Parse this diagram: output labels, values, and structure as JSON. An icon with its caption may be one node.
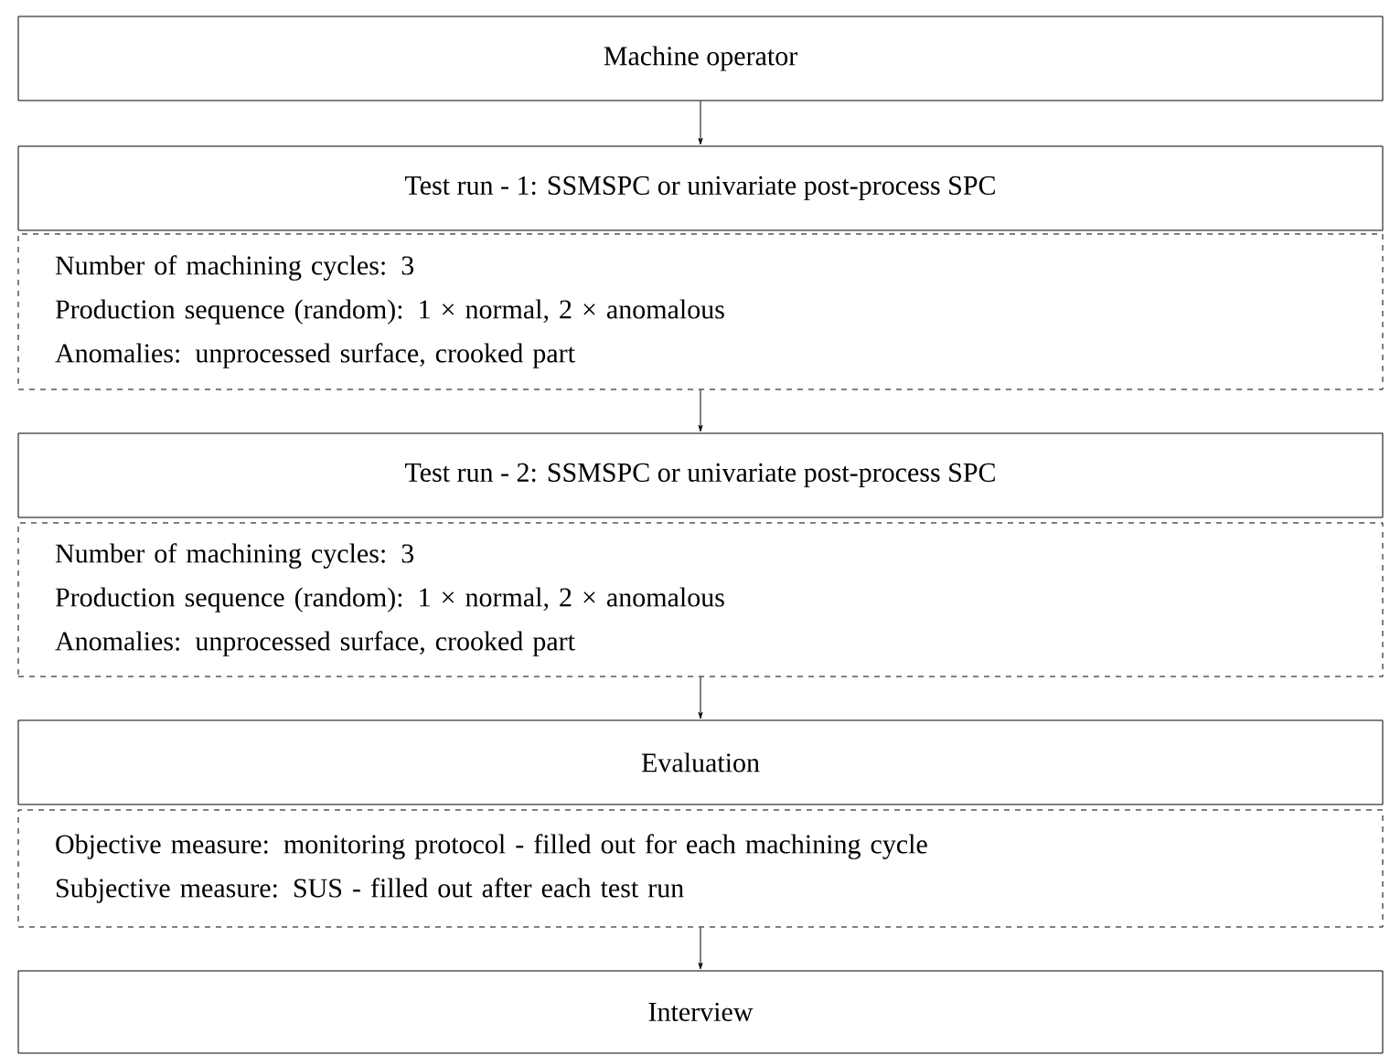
{
  "diagram": {
    "nodes": [
      {
        "text": [
          "Machine operator"
        ]
      },
      {
        "text": [
          "Test run - 1: SSMSPC or univariate post-process SPC"
        ]
      },
      {
        "text": [
          "Number of machining cycles: 3",
          "Production sequence (random): 1 × normal, 2 × anomalous",
          "Anomalies: unprocessed surface, crooked part"
        ]
      },
      {
        "text": [
          "Test run - 2: SSMSPC or univariate post-process SPC"
        ]
      },
      {
        "text": [
          "Number of machining cycles: 3",
          "Production sequence (random): 1 × normal, 2 × anomalous",
          "Anomalies: unprocessed surface, crooked part"
        ]
      },
      {
        "text": [
          "Evaluation"
        ]
      },
      {
        "text": [
          "Objective measure: monitoring protocol - filled out for each machining cycle",
          "Subjective measure: SUS - filled out after each test run"
        ]
      },
      {
        "text": [
          "Interview"
        ]
      }
    ],
    "edges": [
      {
        "from": 0,
        "to": 1,
        "arrow": "to"
      },
      {
        "from": 2,
        "to": 3,
        "arrow": "to"
      },
      {
        "from": 4,
        "to": 5,
        "arrow": "to"
      },
      {
        "from": 6,
        "to": 7,
        "arrow": "to"
      }
    ]
  }
}
